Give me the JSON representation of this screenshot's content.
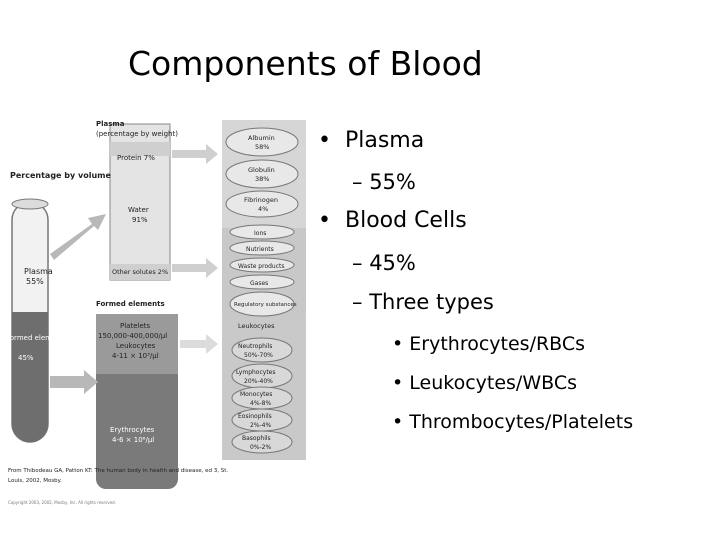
{
  "slide": {
    "title": "Components of Blood"
  },
  "bullets": [
    {
      "level": 1,
      "marker": "•",
      "text": "Plasma"
    },
    {
      "level": 2,
      "marker": "–",
      "text": "55%"
    },
    {
      "level": 1,
      "marker": "•",
      "text": "Blood Cells"
    },
    {
      "level": 2,
      "marker": "–",
      "text": "45%"
    },
    {
      "level": 2,
      "marker": "–",
      "text": "Three types"
    },
    {
      "level": 3,
      "marker": "•",
      "text": "Erythrocytes/RBCs"
    },
    {
      "level": 3,
      "marker": "•",
      "text": "Leukocytes/WBCs"
    },
    {
      "level": 3,
      "marker": "•",
      "text": "Thrombocytes/Platelets"
    }
  ],
  "figure": {
    "tube_heading": "Percentage by volume",
    "plasma_label": "Plasma",
    "plasma_pct": "55%",
    "formed_label": "Formed elements",
    "formed_pct": "45%",
    "plasma_box_title": "Plasma",
    "plasma_box_subtitle": "(percentage by weight)",
    "protein": "Protein 7%",
    "water": "Water",
    "water_pct": "91%",
    "other_solutes": "Other solutes 2%",
    "proteins": [
      {
        "name": "Albumin",
        "pct": "58%"
      },
      {
        "name": "Globulin",
        "pct": "38%"
      },
      {
        "name": "Fibrinogen",
        "pct": "4%"
      }
    ],
    "solutes": [
      "Ions",
      "Nutrients",
      "Waste products",
      "Gases",
      "Regulatory substances"
    ],
    "formed_heading": "Formed elements",
    "platelets": "Platelets",
    "platelets_count": "150,000-400,000/µl",
    "leukocytes": "Leukocytes",
    "leukocytes_count": "4-11 × 10³/µl",
    "erythrocytes": "Erythrocytes",
    "erythrocytes_count": "4-6 × 10⁶/µl",
    "leukocyte_types": [
      {
        "name": "Leukocytes",
        "pct": ""
      },
      {
        "name": "Neutrophils",
        "pct": "50%-70%"
      },
      {
        "name": "Lymphocytes",
        "pct": "20%-40%"
      },
      {
        "name": "Monocytes",
        "pct": "4%-8%"
      },
      {
        "name": "Eosinophils",
        "pct": "2%-4%"
      },
      {
        "name": "Basophils",
        "pct": "0%-2%"
      }
    ],
    "citation_1": "From Thibodeau GA, Patton KT: The human body in health and disease, ed 3, St.",
    "citation_2": "Louis, 2002, Mosby.",
    "copyright": "Copyright 2003, 2002, Mosby, Inc. All rights reserved."
  }
}
